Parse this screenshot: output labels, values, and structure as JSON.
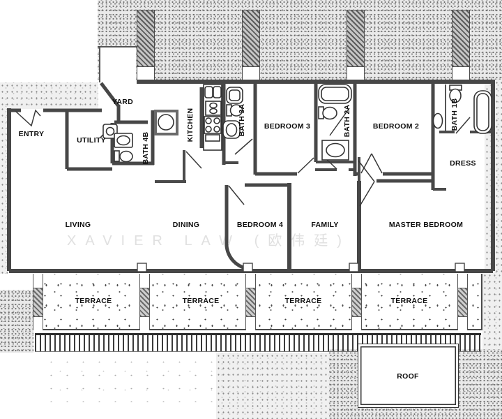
{
  "meta": {
    "type": "architectural-floor-plan"
  },
  "watermark": {
    "text": "XAVIER LAW (欧伟廷)",
    "color": "#e0e0e0"
  },
  "colors": {
    "wall": "#474747",
    "paper": "#ffffff",
    "speckle_base": "#e9e9e9",
    "speckle_dot": "#6f6f6f",
    "watermark": "#e0e0e0",
    "label": "#0d0d0d"
  },
  "rooms": {
    "entry": {
      "label": "ENTRY"
    },
    "yard": {
      "label": "YARD"
    },
    "utility": {
      "label": "UTILITY"
    },
    "bath4b": {
      "label": "BATH 4B"
    },
    "kitchen": {
      "label": "KITCHEN"
    },
    "bath3a": {
      "label": "BATH 3A"
    },
    "bedroom3": {
      "label": "BEDROOM 3"
    },
    "bath2a": {
      "label": "BATH 2A"
    },
    "bedroom2": {
      "label": "BEDROOM 2"
    },
    "bath1b": {
      "label": "BATH 1B"
    },
    "dress": {
      "label": "DRESS"
    },
    "living": {
      "label": "LIVING"
    },
    "dining": {
      "label": "DINING"
    },
    "bedroom4": {
      "label": "BEDROOM 4"
    },
    "family": {
      "label": "FAMILY"
    },
    "master_bedroom": {
      "label": "MASTER BEDROOM"
    },
    "terrace1": {
      "label": "TERRACE"
    },
    "terrace2": {
      "label": "TERRACE"
    },
    "terrace3": {
      "label": "TERRACE"
    },
    "terrace4": {
      "label": "TERRACE"
    },
    "roof": {
      "label": "ROOF"
    }
  },
  "icons": [
    "toilet-icon",
    "bathtub-icon",
    "sink-icon",
    "stove-icon",
    "kitchen-sink-icon",
    "laundry-tub-icon",
    "shower-tray-icon",
    "structural-column",
    "railing",
    "door-swing"
  ]
}
